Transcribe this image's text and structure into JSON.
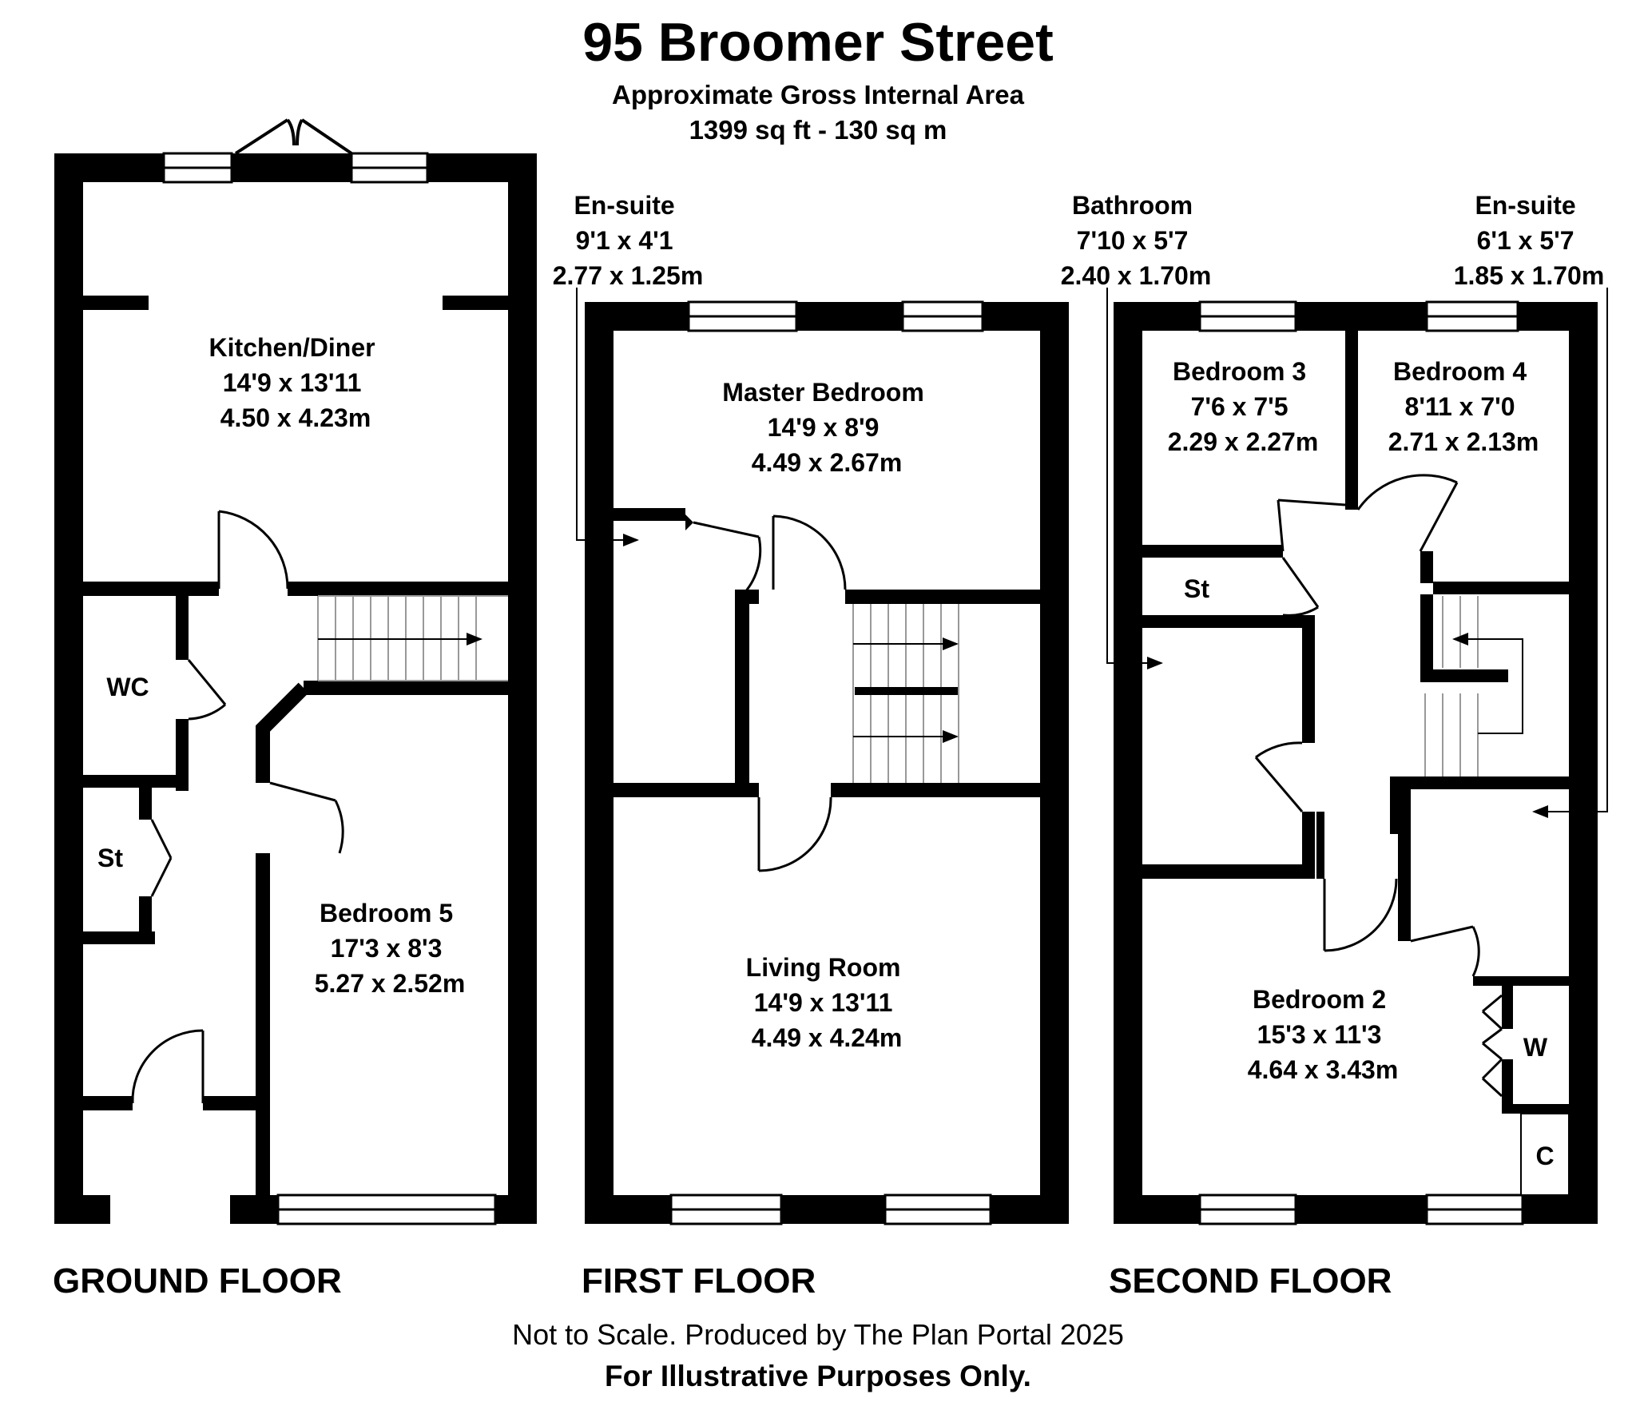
{
  "header": {
    "title": "95 Broomer Street",
    "subtitle": "Approximate Gross Internal Area",
    "area": "1399 sq ft - 130 sq m"
  },
  "floors": {
    "ground": {
      "label": "GROUND FLOOR",
      "kitchen": {
        "name": "Kitchen/Diner",
        "imperial": "14'9 x 13'11",
        "metric": "4.50 x 4.23m"
      },
      "wc": {
        "name": "WC"
      },
      "store": {
        "name": "St"
      },
      "bedroom5": {
        "name": "Bedroom 5",
        "imperial": "17'3 x 8'3",
        "metric": "5.27 x 2.52m"
      }
    },
    "first": {
      "label": "FIRST FLOOR",
      "ensuite": {
        "name": "En-suite",
        "imperial": "9'1 x 4'1",
        "metric": "2.77 x 1.25m"
      },
      "master": {
        "name": "Master Bedroom",
        "imperial": "14'9 x 8'9",
        "metric": "4.49 x 2.67m"
      },
      "living": {
        "name": "Living Room",
        "imperial": "14'9 x 13'11",
        "metric": "4.49 x 4.24m"
      }
    },
    "second": {
      "label": "SECOND FLOOR",
      "bathroom": {
        "name": "Bathroom",
        "imperial": "7'10 x 5'7",
        "metric": "2.40 x 1.70m"
      },
      "ensuite": {
        "name": "En-suite",
        "imperial": "6'1 x 5'7",
        "metric": "1.85 x 1.70m"
      },
      "bedroom3": {
        "name": "Bedroom 3",
        "imperial": "7'6 x 7'5",
        "metric": "2.29 x 2.27m"
      },
      "bedroom4": {
        "name": "Bedroom 4",
        "imperial": "8'11 x 7'0",
        "metric": "2.71 x 2.13m"
      },
      "store": {
        "name": "St"
      },
      "bedroom2": {
        "name": "Bedroom 2",
        "imperial": "15'3 x 11'3",
        "metric": "4.64 x 3.43m"
      },
      "wardrobe": {
        "name": "W"
      },
      "cupboard": {
        "name": "C"
      }
    }
  },
  "footer": {
    "note": "Not to Scale. Produced by The Plan Portal 2025",
    "disclaimer": "For Illustrative Purposes Only."
  }
}
